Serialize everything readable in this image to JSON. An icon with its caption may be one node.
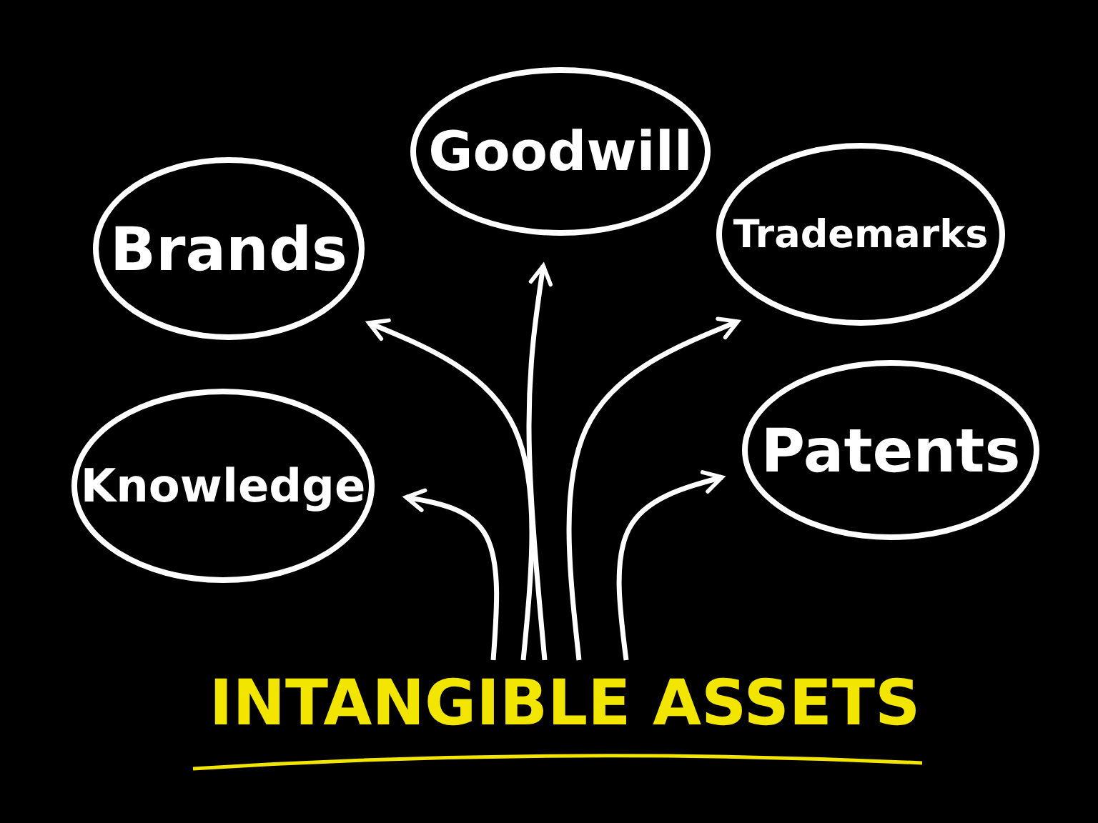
{
  "diagram": {
    "nodes": [
      {
        "text": [
          "Goodwill"
        ]
      },
      {
        "text": [
          "Brands"
        ]
      },
      {
        "text": [
          "Trademarks"
        ]
      },
      {
        "text": [
          "Knowledge"
        ]
      },
      {
        "text": [
          "Patents"
        ]
      },
      {
        "text": [
          "INTANGIBLE ASSETS"
        ]
      }
    ],
    "edges": [
      {
        "from": 5,
        "to": 3,
        "arrow": "to"
      },
      {
        "from": 5,
        "to": 1,
        "arrow": "to"
      },
      {
        "from": 5,
        "to": 0,
        "arrow": "to"
      },
      {
        "from": 5,
        "to": 2,
        "arrow": "to"
      },
      {
        "from": 5,
        "to": 4,
        "arrow": "to"
      }
    ]
  }
}
